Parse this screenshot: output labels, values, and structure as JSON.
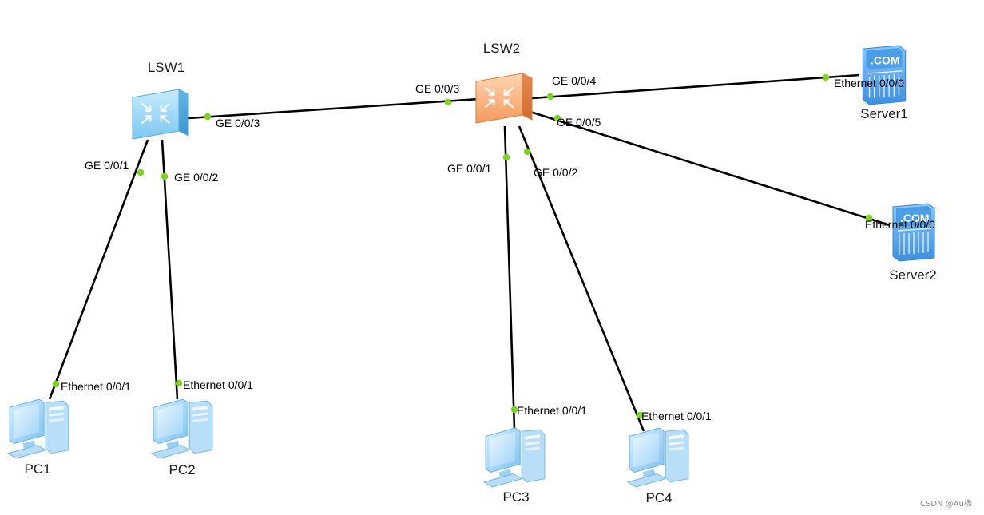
{
  "colors": {
    "link": "#000000",
    "port_dot": "#7ed321",
    "lsw1_body": "#8fd3f4",
    "lsw2_body": "#f8b07c",
    "pc_body": "#8ecbf6",
    "server_body": "#5aaaf0"
  },
  "nodes": [
    {
      "id": "lsw1",
      "name": "LSW1",
      "kind": "switch",
      "icon": "switch-icon"
    },
    {
      "id": "lsw2",
      "name": "LSW2",
      "kind": "switch",
      "icon": "switch-icon"
    },
    {
      "id": "server1",
      "name": "Server1",
      "kind": "server",
      "icon": "server-icon"
    },
    {
      "id": "server2",
      "name": "Server2",
      "kind": "server",
      "icon": "server-icon"
    },
    {
      "id": "pc1",
      "name": "PC1",
      "kind": "pc",
      "icon": "pc-icon"
    },
    {
      "id": "pc2",
      "name": "PC2",
      "kind": "pc",
      "icon": "pc-icon"
    },
    {
      "id": "pc3",
      "name": "PC3",
      "kind": "pc",
      "icon": "pc-icon"
    },
    {
      "id": "pc4",
      "name": "PC4",
      "kind": "pc",
      "icon": "pc-icon"
    }
  ],
  "links": [
    {
      "id": "lsw1-lsw2",
      "a": "lsw1",
      "a_port": "GE 0/0/3",
      "b": "lsw2",
      "b_port": "GE 0/0/3"
    },
    {
      "id": "lsw1-pc1",
      "a": "lsw1",
      "a_port": "GE 0/0/1",
      "b": "pc1",
      "b_port": "Ethernet 0/0/1"
    },
    {
      "id": "lsw1-pc2",
      "a": "lsw1",
      "a_port": "GE 0/0/2",
      "b": "pc2",
      "b_port": "Ethernet 0/0/1"
    },
    {
      "id": "lsw2-server1",
      "a": "lsw2",
      "a_port": "GE 0/0/4",
      "b": "server1",
      "b_port": "Ethernet 0/0/0"
    },
    {
      "id": "lsw2-server2",
      "a": "lsw2",
      "a_port": "GE 0/0/5",
      "b": "server2",
      "b_port": "Ethernet 0/0/0"
    },
    {
      "id": "lsw2-pc3",
      "a": "lsw2",
      "a_port": "GE 0/0/1",
      "b": "pc3",
      "b_port": "Ethernet 0/0/1"
    },
    {
      "id": "lsw2-pc4",
      "a": "lsw2",
      "a_port": "GE 0/0/2",
      "b": "pc4",
      "b_port": "Ethernet 0/0/1"
    }
  ],
  "server_badge": ".COM",
  "watermark": "CSDN @Au杨"
}
